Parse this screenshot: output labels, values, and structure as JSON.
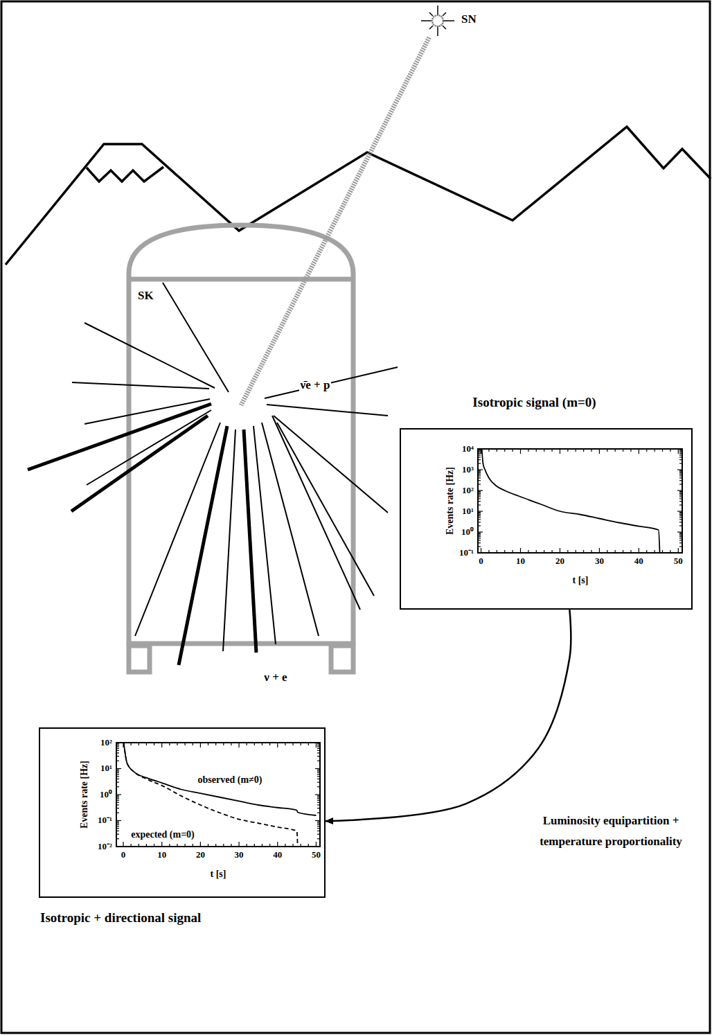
{
  "diagram": {
    "nodes": [
      {
        "text": [
          "SN"
        ]
      },
      {
        "text": [
          "SK"
        ]
      },
      {
        "text": [
          "Isotropic signal (m=0)"
        ]
      },
      {
        "text": [
          "Isotropic + directional signal"
        ]
      }
    ],
    "edges": [
      {
        "from": 0,
        "to": 1,
        "arrow": "none"
      },
      {
        "from": 2,
        "to": 3,
        "arrow": "to",
        "label": "Luminosity equipartition + temperature proportionality"
      }
    ],
    "labels": [
      "ν̄e + p",
      "ν + e",
      "10⁴",
      "10³",
      "10²",
      "10¹",
      "10⁰",
      "10⁻¹",
      "0",
      "10",
      "20",
      "30",
      "40",
      "50",
      "Events rate [Hz]",
      "t [s]",
      "10²",
      "10¹",
      "10⁰",
      "10⁻¹",
      "10⁻²",
      "0",
      "10",
      "20",
      "30",
      "40",
      "50",
      "Events rate [Hz]",
      "t [s]",
      "observed (m≠0)",
      "expected (m=0)"
    ]
  }
}
